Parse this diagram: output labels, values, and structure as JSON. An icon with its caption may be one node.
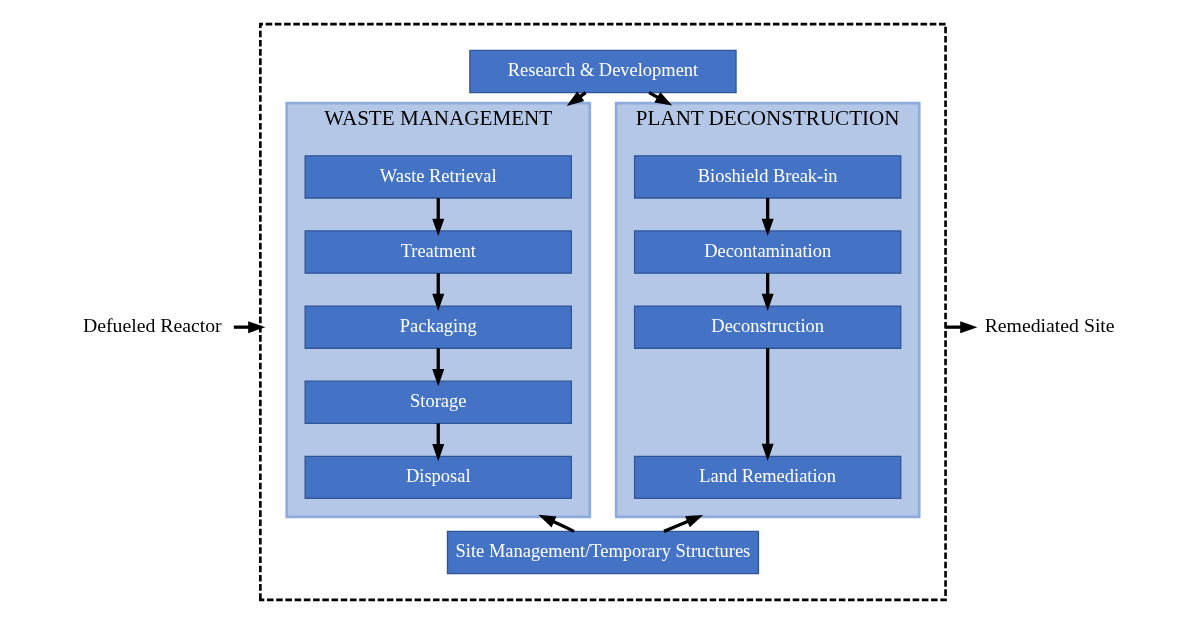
{
  "diagram": {
    "nodes": [
      {
        "text": [],
        "shape": "box"
      },
      {
        "text": [
          "Research & Development"
        ],
        "in": 0
      },
      {
        "text": [
          "WASTE MANAGEMENT"
        ],
        "in": 0
      },
      {
        "text": [
          "Waste Retrieval"
        ],
        "in": 2
      },
      {
        "text": [
          "Treatment"
        ],
        "in": 2
      },
      {
        "text": [
          "Packaging"
        ],
        "in": 2
      },
      {
        "text": [
          "Storage"
        ],
        "in": 2
      },
      {
        "text": [
          "Disposal"
        ],
        "in": 2
      },
      {
        "text": [
          "PLANT DECONSTRUCTION"
        ],
        "in": 0
      },
      {
        "text": [
          "Bioshield Break-in"
        ],
        "in": 8
      },
      {
        "text": [
          "Decontamination"
        ],
        "in": 8
      },
      {
        "text": [
          "Deconstruction"
        ],
        "in": 8
      },
      {
        "text": [
          "Land Remediation"
        ],
        "in": 8
      },
      {
        "text": [
          "Site Management/Temporary Structures"
        ],
        "in": 0
      },
      {
        "text": [
          "Defueled Reactor"
        ]
      },
      {
        "text": [
          "Remediated Site"
        ]
      }
    ],
    "edges": [
      {
        "from": 14,
        "to": 0,
        "arrow": "to"
      },
      {
        "from": 0,
        "to": 15,
        "arrow": "to"
      },
      {
        "from": 1,
        "to": 2,
        "arrow": "to"
      },
      {
        "from": 1,
        "to": 8,
        "arrow": "to"
      },
      {
        "from": 3,
        "to": 4,
        "arrow": "to"
      },
      {
        "from": 4,
        "to": 5,
        "arrow": "to"
      },
      {
        "from": 5,
        "to": 6,
        "arrow": "to"
      },
      {
        "from": 6,
        "to": 7,
        "arrow": "to"
      },
      {
        "from": 9,
        "to": 10,
        "arrow": "to"
      },
      {
        "from": 10,
        "to": 11,
        "arrow": "to"
      },
      {
        "from": 11,
        "to": 12,
        "arrow": "to"
      },
      {
        "from": 13,
        "to": 2,
        "arrow": "to"
      },
      {
        "from": 13,
        "to": 8,
        "arrow": "to"
      }
    ]
  }
}
